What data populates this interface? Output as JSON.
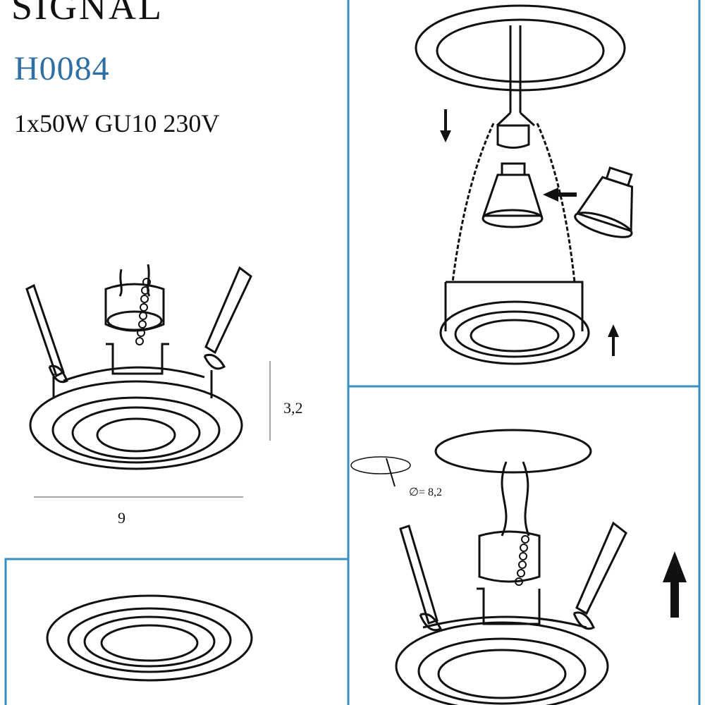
{
  "product": {
    "brand": "SIGNAL",
    "code": "H0084",
    "spec": "1x50W   GU10   230V"
  },
  "dimensions": {
    "height": "3,2",
    "width": "9",
    "cutout": "∅= 8,2"
  },
  "colors": {
    "border": "#3a8fc0",
    "code_text": "#2f6fa3",
    "lines": "#111111"
  },
  "icons": {
    "arrows": [
      "arrow-down-icon",
      "arrow-up-icon",
      "arrow-left-icon",
      "arrow-up-large-icon"
    ]
  }
}
